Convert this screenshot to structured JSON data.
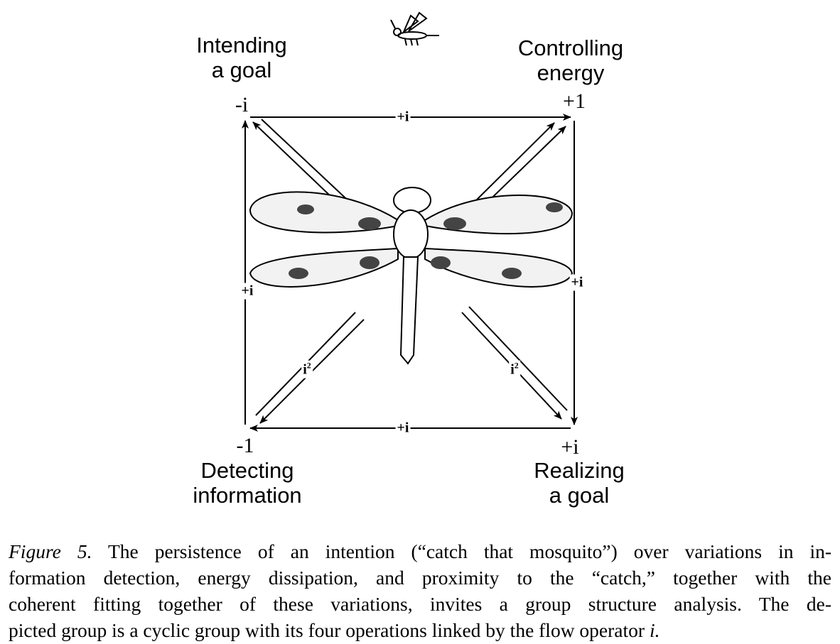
{
  "figure": {
    "nodes": {
      "top_left": {
        "title_line1": "Intending",
        "title_line2": "a goal",
        "value": "-i"
      },
      "top_right": {
        "title_line1": "Controlling",
        "title_line2": "energy",
        "value": "+1"
      },
      "bottom_left": {
        "title_line1": "Detecting",
        "title_line2": "information",
        "value": "-1"
      },
      "bottom_right": {
        "title_line1": "Realizing",
        "title_line2": "a goal",
        "value": "+i"
      }
    },
    "edges": {
      "top": "+i",
      "right": "+i",
      "bottom": "+i",
      "left": "+i",
      "diag_left": "i",
      "diag_left_sup": "2",
      "diag_right": "i",
      "diag_right_sup": "2"
    }
  },
  "caption": {
    "label": "Figure 5.",
    "line1": " The persistence of an intention (“catch that mosquito”) over variations in in-",
    "line2": "formation detection, energy dissipation, and proximity to the “catch,” together with the",
    "line3": "coherent fitting together of these variations, invites a group structure analysis. The de-",
    "line4": "picted group is a cyclic group with its four operations linked by the flow operator ",
    "operator": "i."
  }
}
